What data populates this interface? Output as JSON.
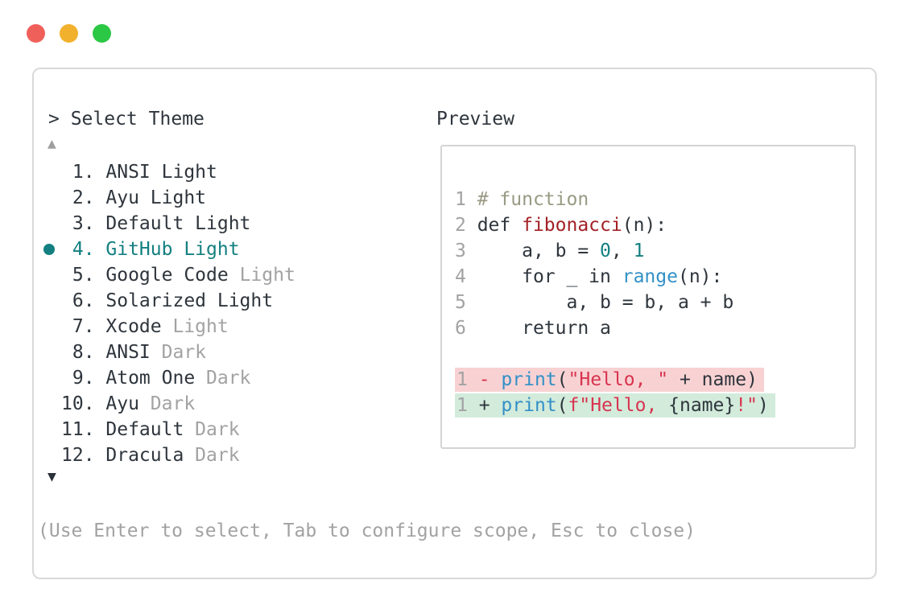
{
  "colors": {
    "dark": "#2e353c",
    "gray": "#a2a2a2",
    "teal": "#137f80",
    "comment": "#999a84",
    "func": "#a32126",
    "blue": "#3390c7",
    "string": "#d8344f",
    "diff_removed_bg": "#f8d2d3",
    "diff_added_bg": "#d2ebdb",
    "traffic_red": "#f0605a",
    "traffic_yellow": "#f2b12d",
    "traffic_green": "#2bc845",
    "panel_border": "#d9d9d9"
  },
  "window_controls": [
    {
      "name": "close-button",
      "color_key": "traffic_red"
    },
    {
      "name": "minimize-button",
      "color_key": "traffic_yellow"
    },
    {
      "name": "maximize-button",
      "color_key": "traffic_green"
    }
  ],
  "picker": {
    "prompt": "> Select Theme",
    "scroll_up_indicator": "▲",
    "scroll_down_indicator": "▼",
    "items": [
      {
        "number": "1",
        "name": "ANSI Light",
        "tag": "",
        "selected": false
      },
      {
        "number": "2",
        "name": "Ayu Light",
        "tag": "",
        "selected": false
      },
      {
        "number": "3",
        "name": "Default Light",
        "tag": "",
        "selected": false
      },
      {
        "number": "4",
        "name": "GitHub Light",
        "tag": "",
        "selected": true
      },
      {
        "number": "5",
        "name": "Google Code",
        "tag": "Light",
        "selected": false
      },
      {
        "number": "6",
        "name": "Solarized Light",
        "tag": "",
        "selected": false
      },
      {
        "number": "7",
        "name": "Xcode",
        "tag": "Light",
        "selected": false
      },
      {
        "number": "8",
        "name": "ANSI",
        "tag": "Dark",
        "selected": false
      },
      {
        "number": "9",
        "name": "Atom One",
        "tag": "Dark",
        "selected": false
      },
      {
        "number": "10",
        "name": "Ayu",
        "tag": "Dark",
        "selected": false
      },
      {
        "number": "11",
        "name": "Default",
        "tag": "Dark",
        "selected": false
      },
      {
        "number": "12",
        "name": "Dracula",
        "tag": "Dark",
        "selected": false
      }
    ],
    "footer": "(Use Enter to select, Tab to configure scope, Esc to close)"
  },
  "preview": {
    "label": "Preview",
    "code_lines": [
      {
        "num": "1",
        "segments": [
          {
            "text": "# function",
            "color": "comment"
          }
        ]
      },
      {
        "num": "2",
        "segments": [
          {
            "text": "def ",
            "color": "dark"
          },
          {
            "text": "fibonacci",
            "color": "func"
          },
          {
            "text": "(n):",
            "color": "dark"
          }
        ]
      },
      {
        "num": "3",
        "segments": [
          {
            "text": "    a, b = ",
            "color": "dark"
          },
          {
            "text": "0",
            "color": "teal"
          },
          {
            "text": ", ",
            "color": "dark"
          },
          {
            "text": "1",
            "color": "teal"
          }
        ]
      },
      {
        "num": "4",
        "segments": [
          {
            "text": "    for _ in ",
            "color": "dark"
          },
          {
            "text": "range",
            "color": "blue"
          },
          {
            "text": "(n):",
            "color": "dark"
          }
        ]
      },
      {
        "num": "5",
        "segments": [
          {
            "text": "        a, b = b, a + b",
            "color": "dark"
          }
        ]
      },
      {
        "num": "6",
        "segments": [
          {
            "text": "    return a",
            "color": "dark"
          }
        ]
      }
    ],
    "diff_lines": [
      {
        "num": "1",
        "kind": "removed",
        "segments": [
          {
            "text": "- ",
            "color": "string"
          },
          {
            "text": "print",
            "color": "blue"
          },
          {
            "text": "(",
            "color": "dark"
          },
          {
            "text": "\"Hello, \"",
            "color": "string"
          },
          {
            "text": " + name)",
            "color": "dark"
          }
        ]
      },
      {
        "num": "1",
        "kind": "added",
        "segments": [
          {
            "text": "+ ",
            "color": "dark"
          },
          {
            "text": "print",
            "color": "blue"
          },
          {
            "text": "(",
            "color": "dark"
          },
          {
            "text": "f\"Hello, ",
            "color": "string"
          },
          {
            "text": "{name}",
            "color": "dark"
          },
          {
            "text": "!\"",
            "color": "string"
          },
          {
            "text": ")",
            "color": "dark"
          }
        ]
      }
    ]
  }
}
